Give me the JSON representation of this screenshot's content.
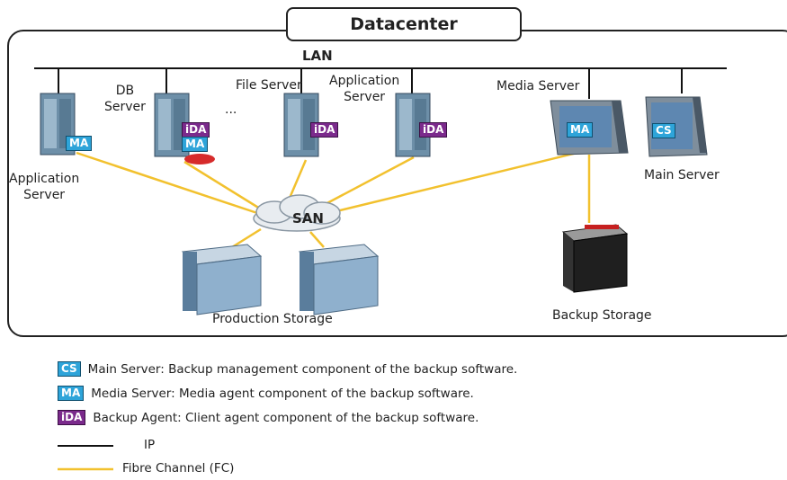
{
  "title": "Datacenter",
  "network": {
    "lan_label": "LAN",
    "san_label": "SAN"
  },
  "servers": {
    "app_server_left": {
      "label": "Application\nServer",
      "tags": [
        "MA"
      ]
    },
    "db_server": {
      "label": "DB\nServer",
      "tags": [
        "iDA",
        "MA"
      ]
    },
    "ellipsis": "...",
    "file_server": {
      "label": "File Server",
      "tags": [
        "iDA"
      ]
    },
    "app_server_right": {
      "label": "Application\nServer",
      "tags": [
        "iDA"
      ]
    },
    "media_server": {
      "label": "Media Server",
      "tags": [
        "MA"
      ]
    },
    "main_server": {
      "label": "Main Server",
      "tags": [
        "CS"
      ]
    }
  },
  "storage": {
    "production": "Production Storage",
    "backup": "Backup Storage"
  },
  "legend": {
    "items": [
      {
        "tag": "CS",
        "text": "Main Server: Backup management component of the backup software."
      },
      {
        "tag": "MA",
        "text": "Media Server: Media agent component of the backup software."
      },
      {
        "tag": "iDA",
        "text": "Backup Agent: Client agent component of the backup software."
      }
    ],
    "ip": "IP",
    "fc": "Fibre Channel (FC)"
  },
  "colors": {
    "fc_line": "#f2c12e",
    "ip_line": "#111111",
    "ma_cs_tag": "#2ea4d9",
    "ida_tag": "#7b2a8c"
  }
}
